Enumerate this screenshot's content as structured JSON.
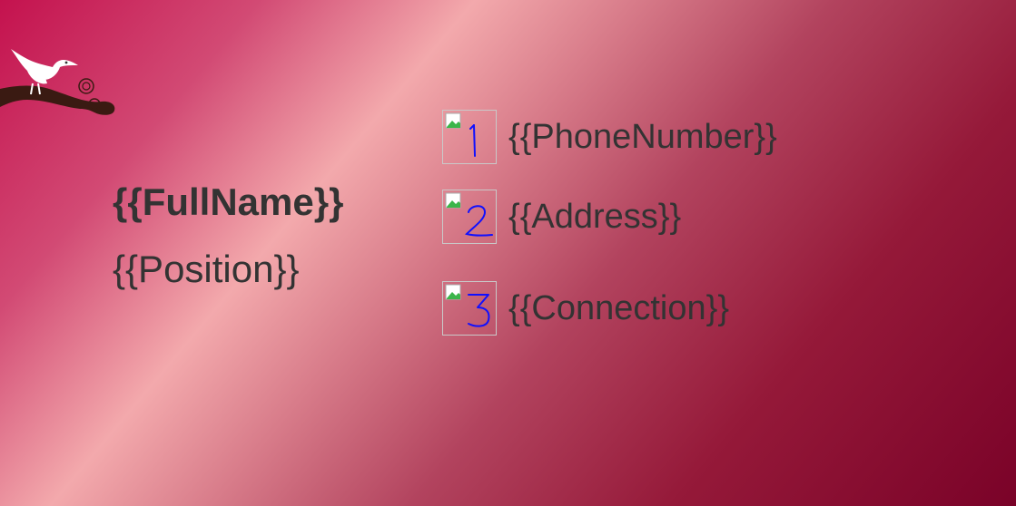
{
  "signature": {
    "full_name": "{{FullName}}",
    "position": "{{Position}}"
  },
  "contacts": [
    {
      "icon": "phone-number-icon",
      "digit": "1",
      "text": "{{PhoneNumber}}"
    },
    {
      "icon": "address-icon",
      "digit": "2",
      "text": "{{Address}}"
    },
    {
      "icon": "connection-icon",
      "digit": "3",
      "text": "{{Connection}}"
    }
  ],
  "colors": {
    "text": "#333333",
    "digit": "#1010ff",
    "bird": "#ffffff",
    "branch": "#3a1a12"
  }
}
